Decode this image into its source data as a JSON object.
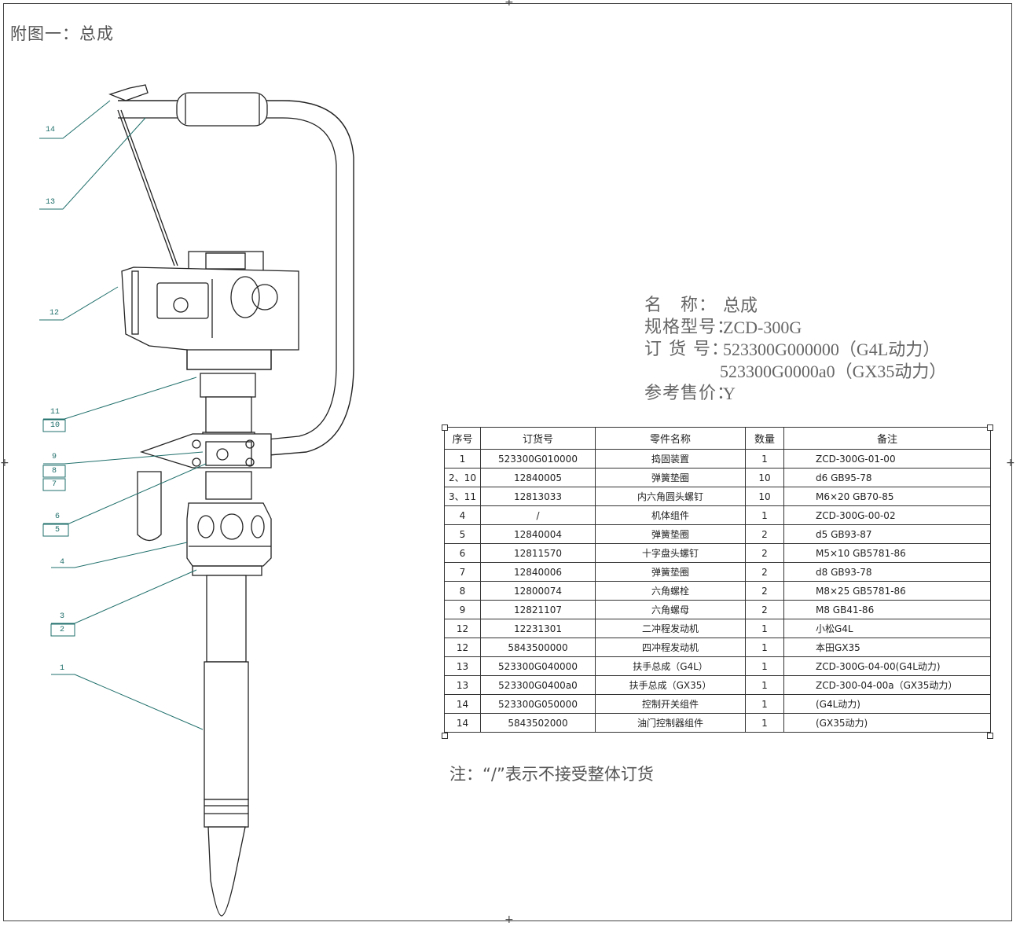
{
  "page": {
    "title": "附图一：总成"
  },
  "callouts": [
    "14",
    "13",
    "12",
    "11",
    "10",
    "9",
    "8",
    "7",
    "6",
    "5",
    "4",
    "3",
    "2",
    "1"
  ],
  "spec": {
    "name_label": "名　称：",
    "name_value": "总成",
    "model_label": "规格型号：",
    "model_value": "ZCD-300G",
    "order_label": "订 货 号：",
    "order_value_1": "523300G000000（G4L动力）",
    "order_value_2": "523300G0000a0（GX35动力）",
    "price_label": "参考售价：",
    "price_value": "Y"
  },
  "bom": {
    "headers": {
      "seq": "序号",
      "order_no": "订货号",
      "part_name": "零件名称",
      "qty": "数量",
      "remark": "备注"
    },
    "rows": [
      {
        "seq": "1",
        "order_no": "523300G010000",
        "part_name": "捣固装置",
        "qty": "1",
        "remark": "ZCD-300G-01-00"
      },
      {
        "seq": "2、10",
        "order_no": "12840005",
        "part_name": "弹簧垫圈",
        "qty": "10",
        "remark": "d6 GB95-78"
      },
      {
        "seq": "3、11",
        "order_no": "12813033",
        "part_name": "内六角圆头螺钉",
        "qty": "10",
        "remark": "M6×20 GB70-85"
      },
      {
        "seq": "4",
        "order_no": "/",
        "part_name": "机体组件",
        "qty": "1",
        "remark": "ZCD-300G-00-02"
      },
      {
        "seq": "5",
        "order_no": "12840004",
        "part_name": "弹簧垫圈",
        "qty": "2",
        "remark": "d5 GB93-87"
      },
      {
        "seq": "6",
        "order_no": "12811570",
        "part_name": "十字盘头螺钉",
        "qty": "2",
        "remark": "M5×10 GB5781-86"
      },
      {
        "seq": "7",
        "order_no": "12840006",
        "part_name": "弹簧垫圈",
        "qty": "2",
        "remark": "d8 GB93-78"
      },
      {
        "seq": "8",
        "order_no": "12800074",
        "part_name": "六角螺栓",
        "qty": "2",
        "remark": "M8×25 GB5781-86"
      },
      {
        "seq": "9",
        "order_no": "12821107",
        "part_name": "六角螺母",
        "qty": "2",
        "remark": "M8 GB41-86"
      },
      {
        "seq": "12",
        "order_no": "12231301",
        "part_name": "二冲程发动机",
        "qty": "1",
        "remark": "小松G4L"
      },
      {
        "seq": "12",
        "order_no": "5843500000",
        "part_name": "四冲程发动机",
        "qty": "1",
        "remark": "本田GX35"
      },
      {
        "seq": "13",
        "order_no": "523300G040000",
        "part_name": "扶手总成（G4L）",
        "qty": "1",
        "remark": "ZCD-300G-04-00(G4L动力)"
      },
      {
        "seq": "13",
        "order_no": "523300G0400a0",
        "part_name": "扶手总成（GX35）",
        "qty": "1",
        "remark": "ZCD-300-04-00a（GX35动力）"
      },
      {
        "seq": "14",
        "order_no": "523300G050000",
        "part_name": "控制开关组件",
        "qty": "1",
        "remark": "(G4L动力)"
      },
      {
        "seq": "14",
        "order_no": "5843502000",
        "part_name": "油门控制器组件",
        "qty": "1",
        "remark": "(GX35动力)"
      }
    ]
  },
  "note": "注：“/”表示不接受整体订货"
}
